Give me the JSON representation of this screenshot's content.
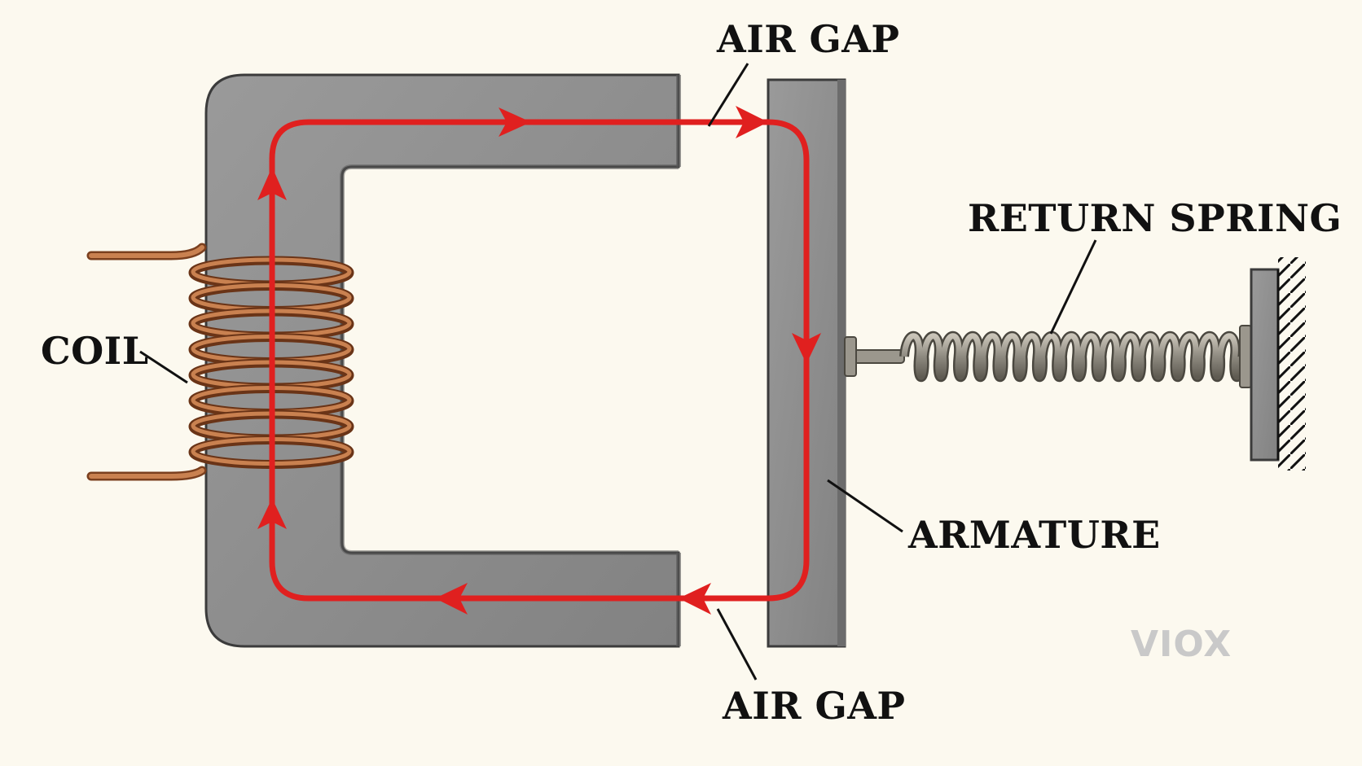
{
  "labels": {
    "air_gap_top": "AIR GAP",
    "air_gap_bottom": "AIR GAP",
    "return_spring": "RETURN SPRING",
    "coil": "COIL",
    "armature": "ARMATURE"
  },
  "logo": {
    "text": "VIOX"
  },
  "colors": {
    "background": "#fcf9ef",
    "core": "#8f8f8f",
    "flux_path": "#e0201f",
    "coil": "#b8683a",
    "spring": "#8e8a80",
    "label": "#111111"
  }
}
